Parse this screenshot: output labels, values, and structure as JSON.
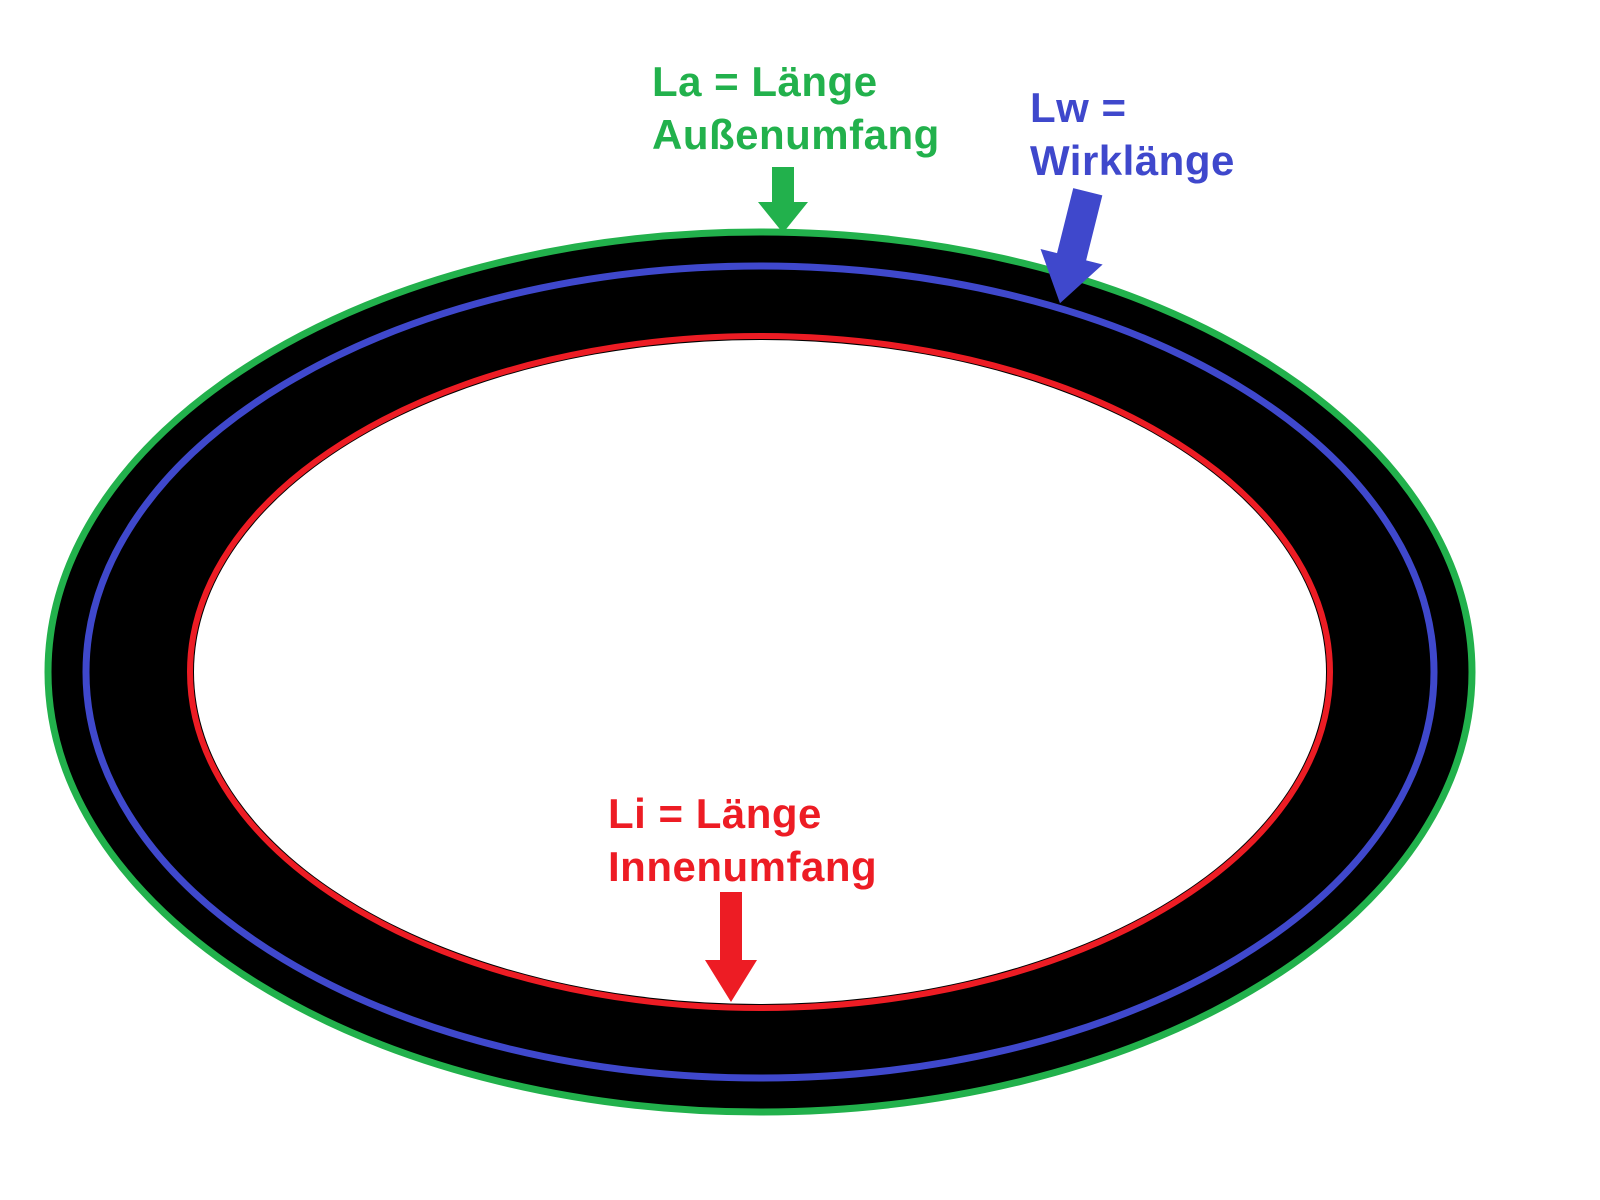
{
  "diagram": {
    "labels": {
      "outer": {
        "line1": "La = Länge",
        "line2": "Außenumfang"
      },
      "effective": {
        "line1": "Lw =",
        "line2": "Wirklänge"
      },
      "inner": {
        "line1": "Li = Länge",
        "line2": "Innenumfang"
      }
    },
    "colors": {
      "outer": "#22b14c",
      "effective": "#3f48cc",
      "inner": "#ed1c24",
      "belt": "#000000",
      "background": "#ffffff"
    }
  }
}
